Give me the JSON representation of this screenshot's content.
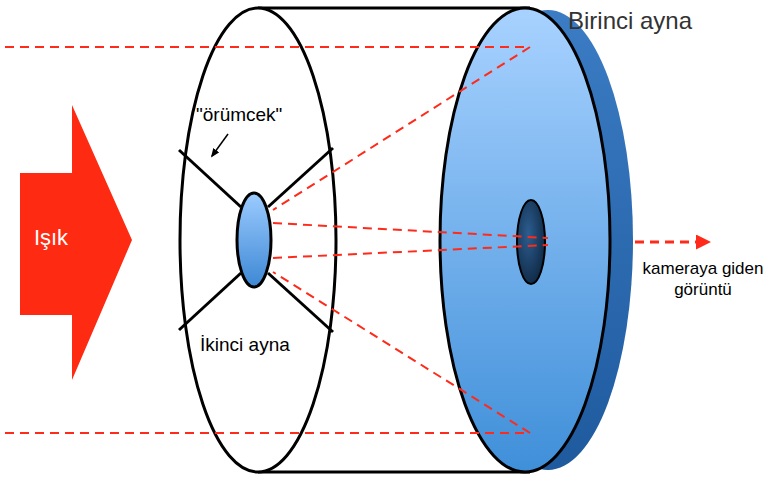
{
  "diagram": {
    "nodes": [
      {
        "text": [
          "Işık"
        ]
      }
    ],
    "labels": [
      "Birinci ayna",
      "\"örümcek\"",
      "İkinci ayna",
      "kameraya giden görüntü"
    ]
  }
}
